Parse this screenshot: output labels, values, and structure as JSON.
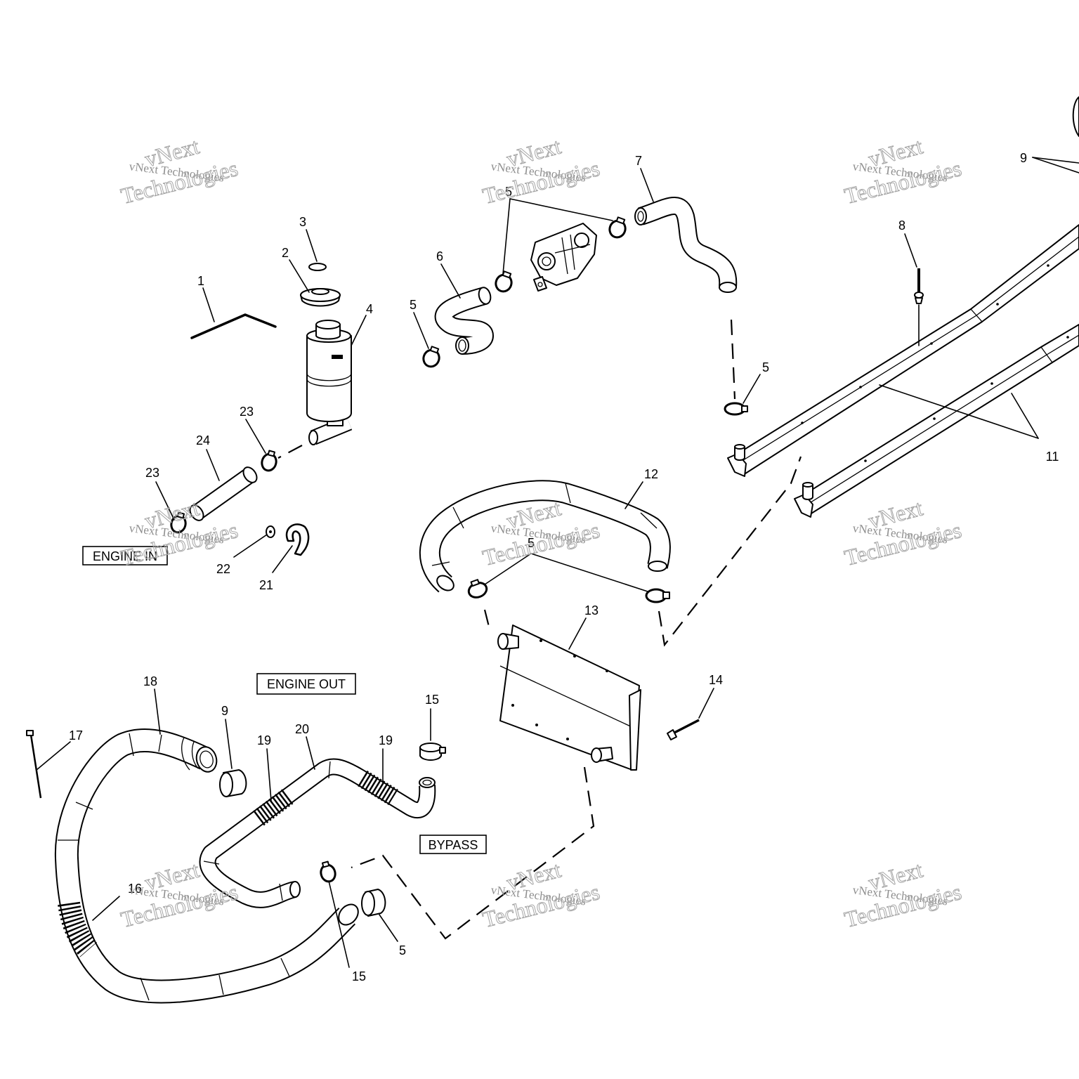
{
  "callouts": [
    "1",
    "2",
    "3",
    "4",
    "5",
    "6",
    "5",
    "7",
    "9",
    "8",
    "5",
    "11",
    "12",
    "23",
    "24",
    "23",
    "22",
    "21",
    "5",
    "13",
    "14",
    "18",
    "9",
    "17",
    "19",
    "20",
    "19",
    "15",
    "16",
    "5",
    "15"
  ],
  "labels": {
    "engine_in": "ENGINE IN",
    "engine_out": "ENGINE OUT",
    "bypass": "BYPASS"
  },
  "watermark": {
    "brand": "vNext",
    "company": "vNext Technologies",
    "word": "Technologies"
  },
  "colors": {
    "background": "#ffffff",
    "linework": "#000000",
    "watermark": "#a6a6a6"
  }
}
